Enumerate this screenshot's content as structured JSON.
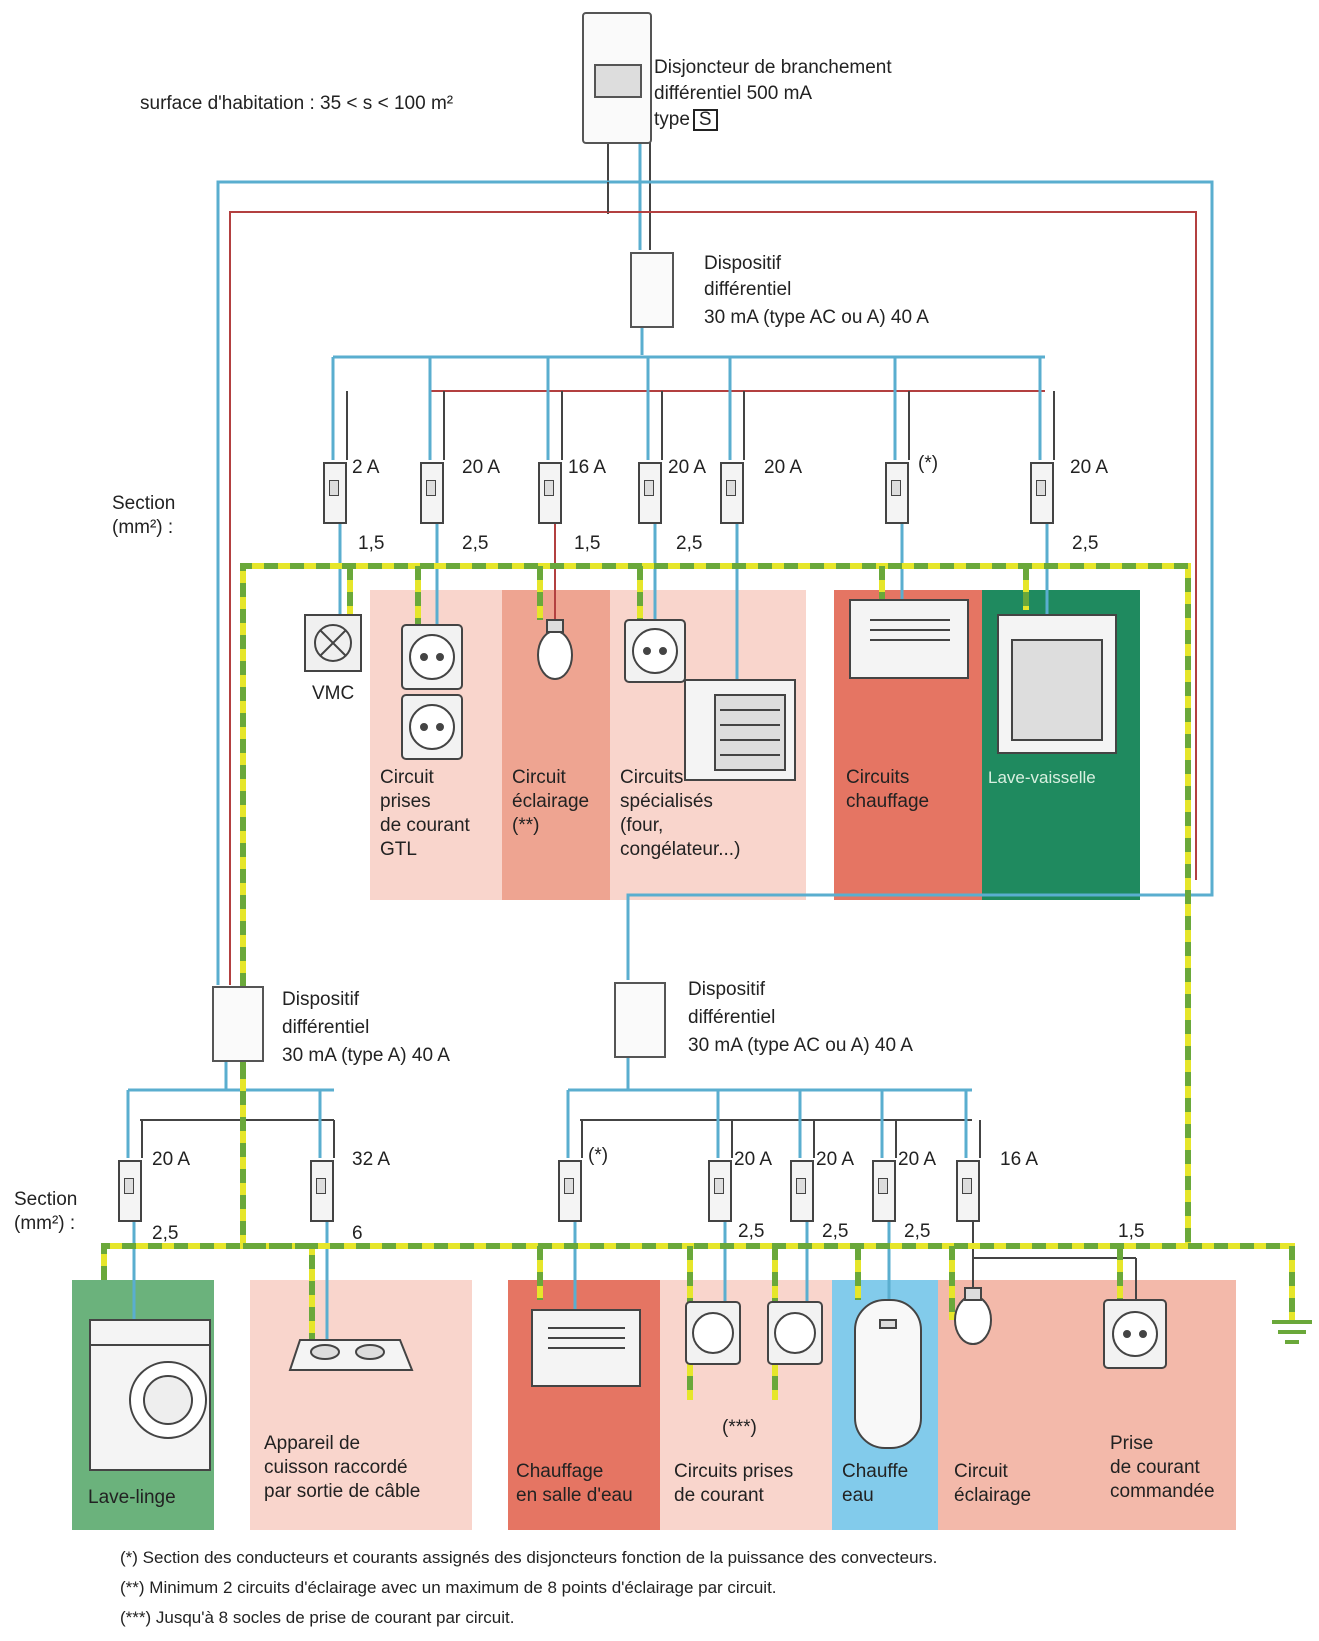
{
  "surface": "surface d'habitation : 35 < s < 100 m²",
  "main_breaker": {
    "line1": "Disjoncteur de branchement",
    "line2": "différentiel 500 mA",
    "type_prefix": "type",
    "type_value": "S"
  },
  "diff_top": {
    "line1": "Dispositif",
    "line2": "différentiel",
    "line3": "30 mA (type AC ou A) 40 A"
  },
  "diff_left": {
    "line1": "Dispositif",
    "line2": "différentiel",
    "line3": "30 mA (type A) 40 A"
  },
  "diff_right": {
    "line1": "Dispositif",
    "line2": "différentiel",
    "line3": "30 mA (type AC ou A) 40 A"
  },
  "section_label_1": "Section\n(mm²) :",
  "section_label_2": "Section\n(mm²) :",
  "top_ratings": [
    "2 A",
    "20 A",
    "16 A",
    "20 A",
    "20 A",
    "(*)",
    "20 A"
  ],
  "top_sections": [
    "1,5",
    "2,5",
    "1,5",
    "2,5",
    "2,5"
  ],
  "bl_ratings": [
    "20 A",
    "32 A"
  ],
  "bl_sections": [
    "2,5",
    "6"
  ],
  "br_ratings": [
    "(*)",
    "20 A",
    "20 A",
    "20 A",
    "16 A"
  ],
  "br_sections": [
    "2,5",
    "2,5",
    "2,5",
    "1,5"
  ],
  "top_circuits": {
    "vmc": "VMC",
    "prises": "Circuit\nprises\nde courant\nGTL",
    "eclairage": "Circuit\néclairage\n(**)",
    "specialises": "Circuits\nspécialisés\n(four,\ncongélateur...)",
    "chauffage": "Circuits\nchauffage",
    "lave_vaisselle": "Lave-vaisselle"
  },
  "bottom_circuits": {
    "lave_linge": "Lave-linge",
    "cuisson": "Appareil de\ncuisson raccordé\npar sortie de câble",
    "chauffage_sde": "Chauffage\nen salle d'eau",
    "prises_note": "(***)",
    "prises": "Circuits prises\nde courant",
    "chauffe_eau": "Chauffe\neau",
    "eclairage": "Circuit\néclairage",
    "prise_commandee": "Prise\nde courant\ncommandée"
  },
  "footnotes": [
    "(*) Section des conducteurs et courants assignés des disjoncteurs fonction de la puissance des convecteurs.",
    "(**) Minimum 2 circuits d'éclairage avec un maximum de 8 points d'éclairage par circuit.",
    "(***) Jusqu'à 8 socles de prise de courant par circuit."
  ],
  "colors": {
    "pink_light": "#f9d5cc",
    "salmon": "#eea491",
    "red": "#e57563",
    "green_dark": "#1f8a5f",
    "green_light": "#6bb27c",
    "blue_light": "#82cbeb",
    "wire_blue": "#5aaecf",
    "wire_red": "#b34040",
    "earth_yellow": "#e6e62a",
    "earth_green": "#6aa83a"
  }
}
